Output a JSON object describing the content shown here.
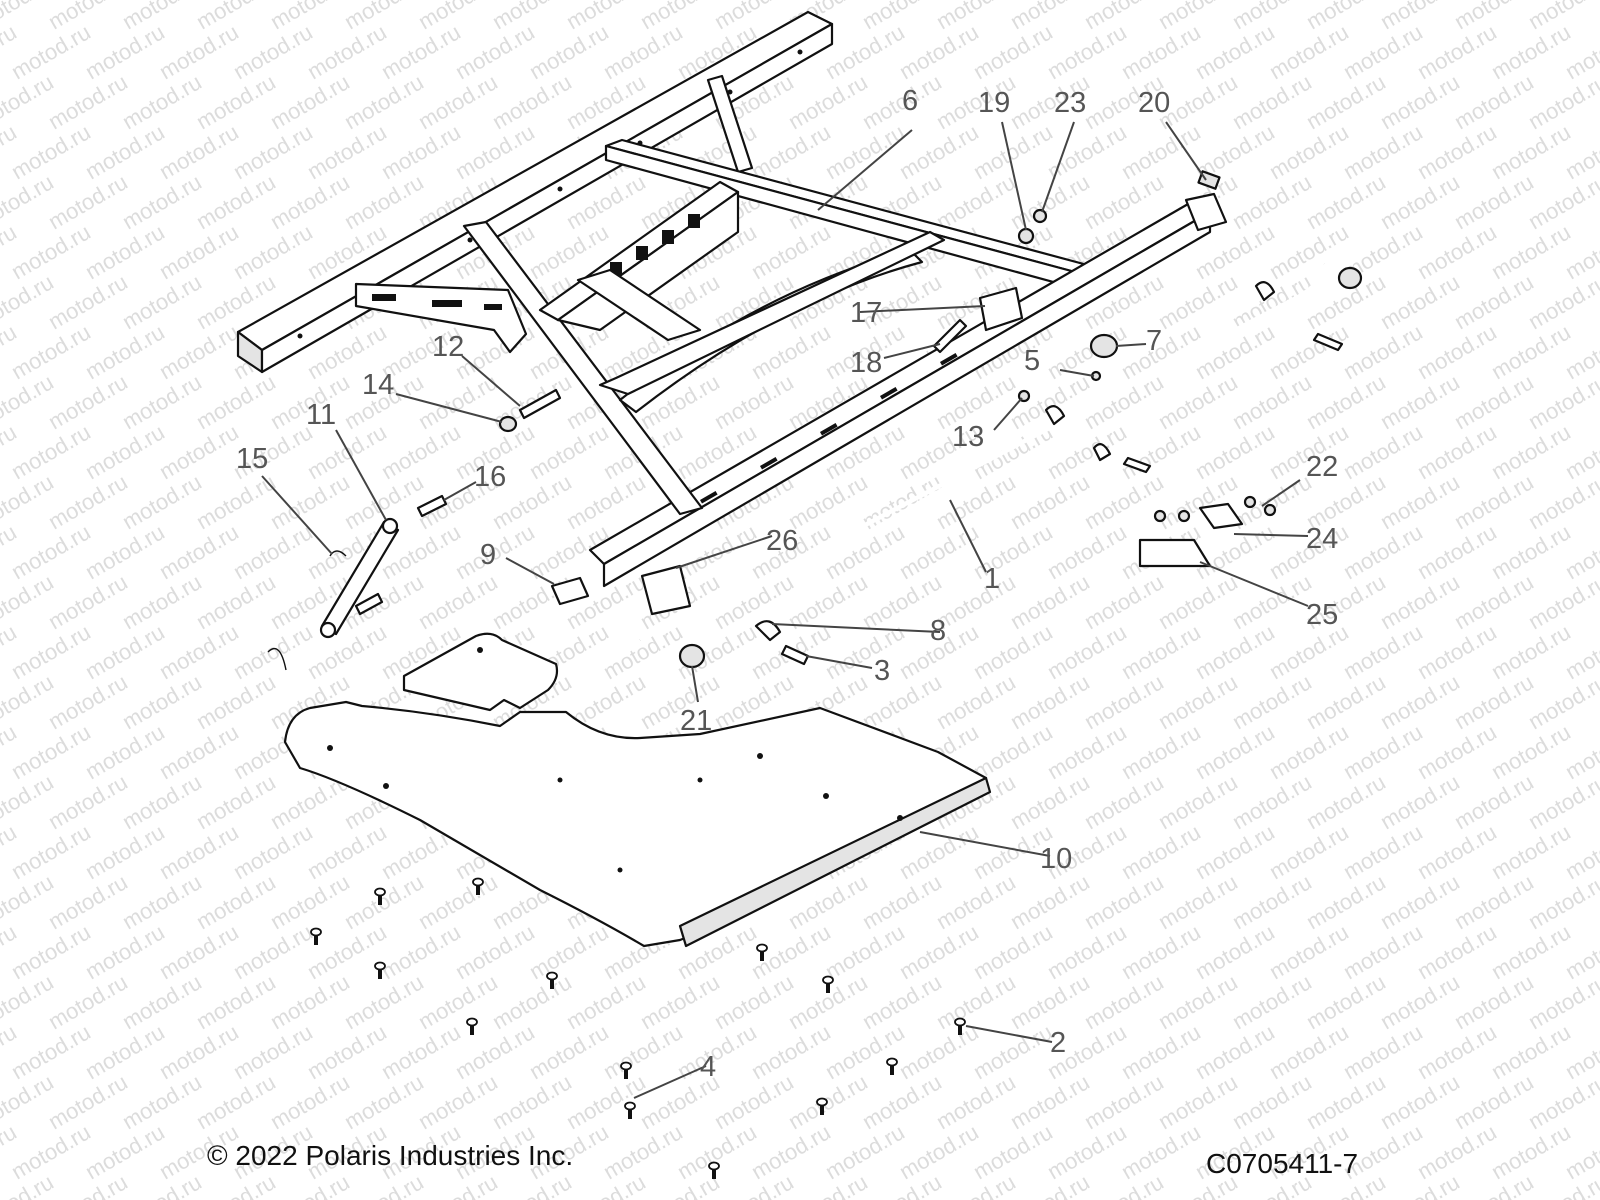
{
  "watermark": "motod.ru",
  "copyright": "© 2022 Polaris Industries Inc.",
  "drawing_number": "C0705411-7",
  "callouts": [
    {
      "id": "1",
      "label": "1"
    },
    {
      "id": "2",
      "label": "2"
    },
    {
      "id": "3",
      "label": "3"
    },
    {
      "id": "4",
      "label": "4"
    },
    {
      "id": "5",
      "label": "5"
    },
    {
      "id": "6",
      "label": "6"
    },
    {
      "id": "7",
      "label": "7"
    },
    {
      "id": "8",
      "label": "8"
    },
    {
      "id": "9",
      "label": "9"
    },
    {
      "id": "10",
      "label": "10"
    },
    {
      "id": "11",
      "label": "11"
    },
    {
      "id": "12",
      "label": "12"
    },
    {
      "id": "13",
      "label": "13"
    },
    {
      "id": "14",
      "label": "14"
    },
    {
      "id": "15",
      "label": "15"
    },
    {
      "id": "16",
      "label": "16"
    },
    {
      "id": "17",
      "label": "17"
    },
    {
      "id": "18",
      "label": "18"
    },
    {
      "id": "19",
      "label": "19"
    },
    {
      "id": "20",
      "label": "20"
    },
    {
      "id": "21",
      "label": "21"
    },
    {
      "id": "22",
      "label": "22"
    },
    {
      "id": "23",
      "label": "23"
    },
    {
      "id": "24",
      "label": "24"
    },
    {
      "id": "25",
      "label": "25"
    },
    {
      "id": "26",
      "label": "26"
    }
  ]
}
